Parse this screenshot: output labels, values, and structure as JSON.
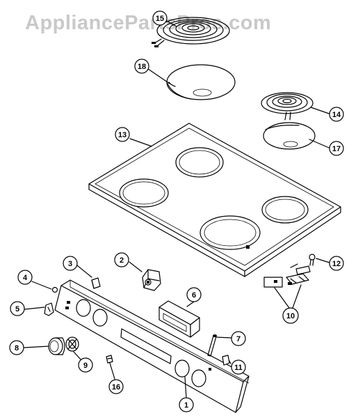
{
  "watermark": "AppliancePartsPros.com",
  "callouts": [
    {
      "id": "15",
      "label": "15"
    },
    {
      "id": "18",
      "label": "18"
    },
    {
      "id": "14",
      "label": "14"
    },
    {
      "id": "17",
      "label": "17"
    },
    {
      "id": "13",
      "label": "13"
    },
    {
      "id": "2",
      "label": "2"
    },
    {
      "id": "3",
      "label": "3"
    },
    {
      "id": "4",
      "label": "4"
    },
    {
      "id": "5",
      "label": "5"
    },
    {
      "id": "6",
      "label": "6"
    },
    {
      "id": "7",
      "label": "7"
    },
    {
      "id": "8",
      "label": "8"
    },
    {
      "id": "9",
      "label": "9"
    },
    {
      "id": "10",
      "label": "10"
    },
    {
      "id": "11",
      "label": "11"
    },
    {
      "id": "12",
      "label": "12"
    },
    {
      "id": "16",
      "label": "16"
    },
    {
      "id": "1",
      "label": "1"
    }
  ]
}
